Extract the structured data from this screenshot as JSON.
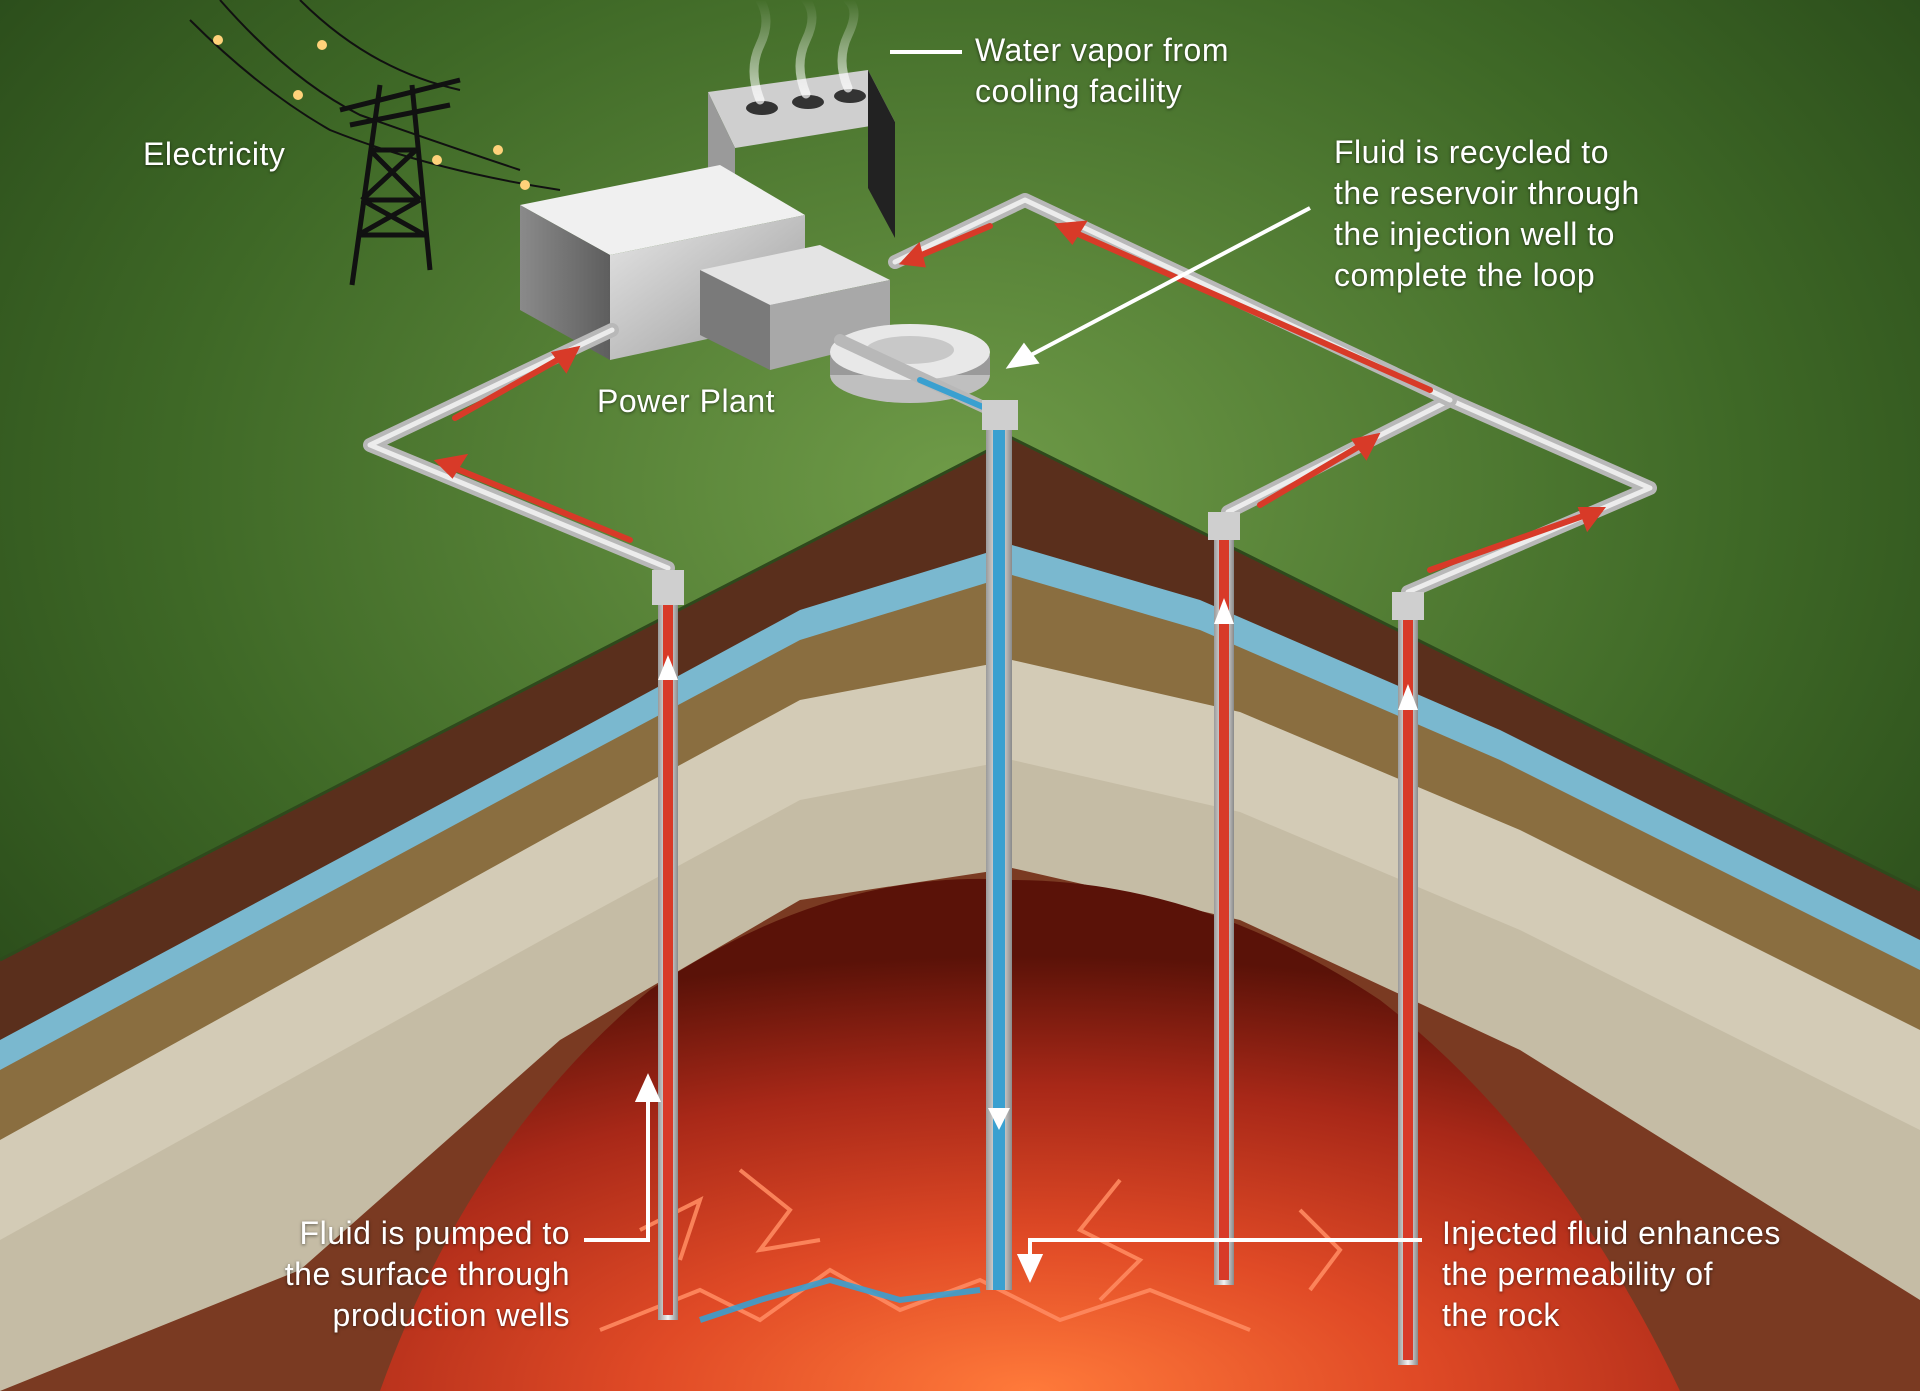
{
  "title": "",
  "labels": {
    "electricity": "Electricity",
    "water_vapor": [
      "Water vapor from",
      "cooling facility"
    ],
    "power_plant": "Power Plant",
    "fluid_recycled": [
      "Fluid is recycled to",
      "the reservoir through",
      "the injection well to",
      "complete the loop"
    ],
    "fluid_pumped": [
      "Fluid is pumped to",
      "the surface through",
      "production wells"
    ],
    "injected_fluid": [
      "Injected fluid enhances",
      "the permeability of",
      "the rock"
    ]
  },
  "colors": {
    "ground_surface": "#4e7a30",
    "topsoil": "#5a2f1c",
    "aquifer": "#6fb0c8",
    "sand": "#8a6e40",
    "limestone": "#cfc8b4",
    "hot_rock": "#b8301c",
    "hot_water_flow": "#d83a28",
    "cold_water_flow": "#3aa0d0",
    "pipe": "#c8c8c8",
    "label_text": "#ffffff"
  },
  "icons": [
    "transmission-tower-icon",
    "power-plant-icon",
    "cooling-tower-icon",
    "pump-icon",
    "wellhead-icon",
    "fracture-icon"
  ]
}
